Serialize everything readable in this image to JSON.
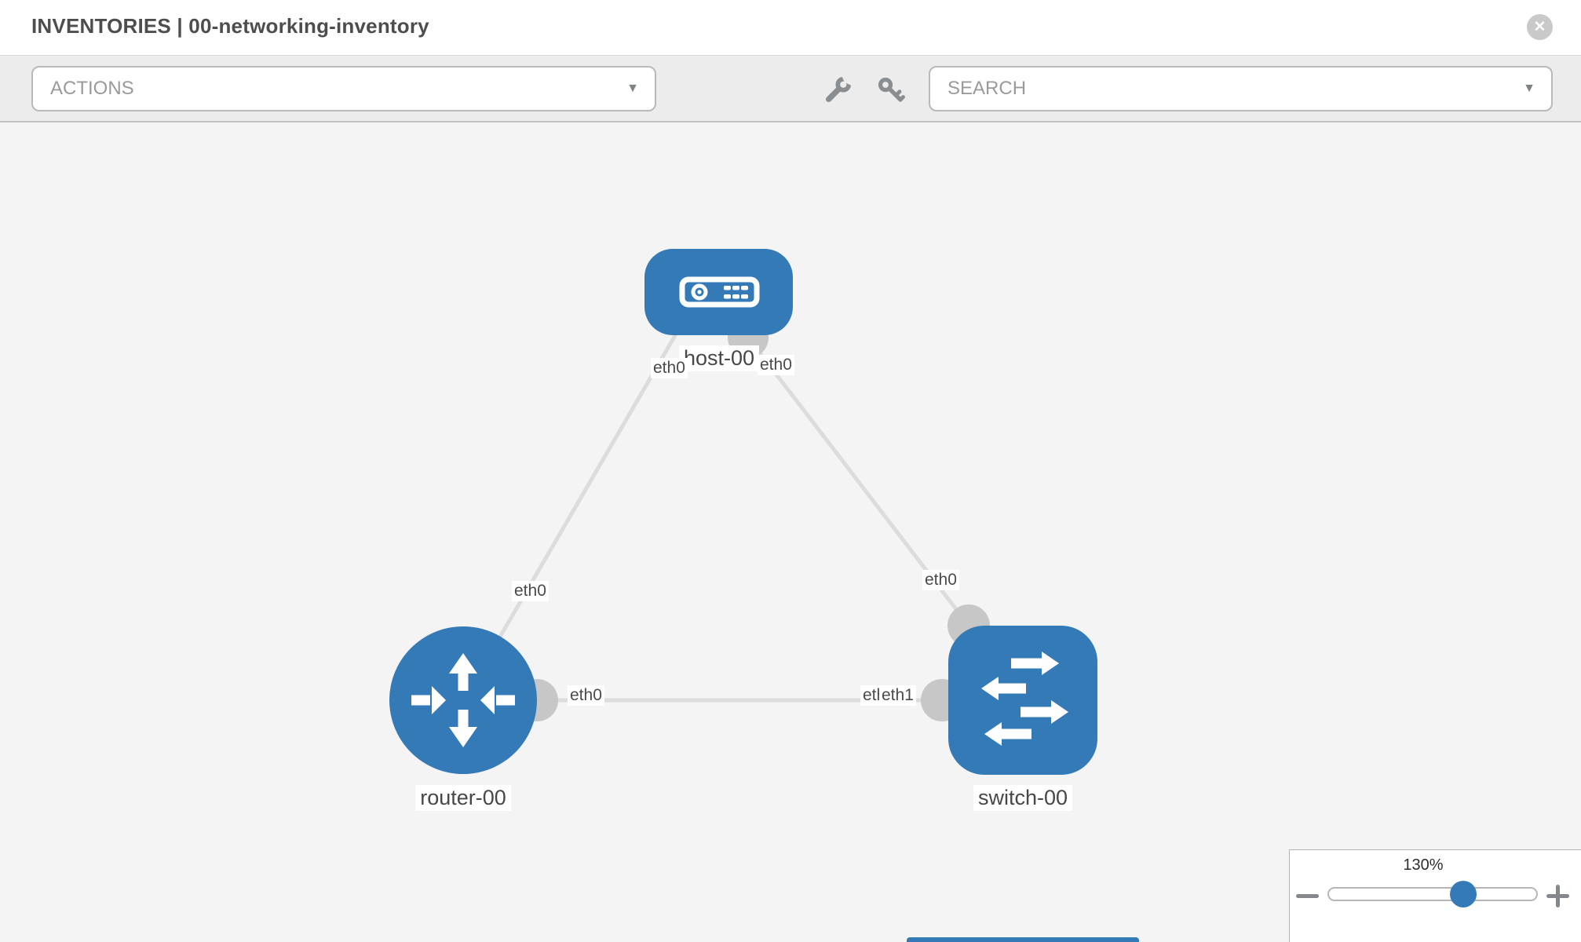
{
  "header": {
    "title": "INVENTORIES | 00-networking-inventory"
  },
  "toolbar": {
    "actions_placeholder": "ACTIONS",
    "search_placeholder": "SEARCH"
  },
  "glyphs": {
    "close": "✕",
    "caret_down": "▼"
  },
  "colors": {
    "node_blue": "#337ab7",
    "link_gray": "#dcdcdc",
    "endpoint_gray": "#c7c7c7",
    "canvas_bg": "#f4f4f4",
    "toolbar_bg": "#ececec",
    "slider_handle_blue": "#337ab7"
  },
  "topology": {
    "nodes": [
      {
        "label": "host-00",
        "type": "host"
      },
      {
        "label": "router-00",
        "type": "router"
      },
      {
        "label": "switch-00",
        "type": "switch"
      }
    ],
    "links": [
      {
        "from": "router-00",
        "from_interface": "eth0",
        "to": "host-00",
        "to_interface": "eth0"
      },
      {
        "from": "switch-00",
        "from_interface": "eth0",
        "to": "host-00",
        "to_interface": "eth0"
      },
      {
        "from": "router-00",
        "from_interface": "eth0",
        "to": "switch-00",
        "to_interface": "eth1"
      }
    ],
    "interface_labels": {
      "host_left": "eth0",
      "host_right": "eth0",
      "router_to_host": "eth0",
      "switch_to_host": "eth0",
      "router_to_switch": "eth0",
      "switch_to_router_back": "eth0",
      "switch_to_router_front": "eth1"
    }
  },
  "zoom_control": {
    "value": "130%"
  }
}
